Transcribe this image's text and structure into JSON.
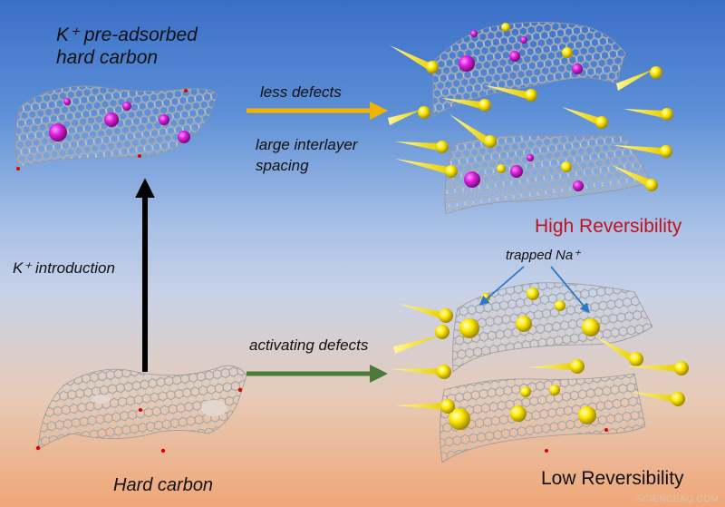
{
  "labels": {
    "top_left_title_line1": "K⁺ pre-adsorbed",
    "top_left_title_line2": "hard carbon",
    "less_defects": "less defects",
    "large_interlayer_line1": "large interlayer",
    "large_interlayer_line2": "spacing",
    "high_reversibility": "High Reversibility",
    "trapped_na": "trapped Na⁺",
    "k_introduction": "K⁺ introduction",
    "activating_defects": "activating defects",
    "hard_carbon": "Hard carbon",
    "low_reversibility": "Low Reversibility",
    "watermark": "SCIENCEAQ.COM"
  },
  "colors": {
    "arrow_less_defects": "#f2b300",
    "arrow_k_introduction": "#000000",
    "arrow_activating_defects": "#4c7a38",
    "arrow_trapped": "#2b78c8",
    "high_reversibility_text": "#c1121f",
    "k_ion": "#d21ad2",
    "na_ion": "#ffe600",
    "graphene": "#bfbfbf"
  }
}
